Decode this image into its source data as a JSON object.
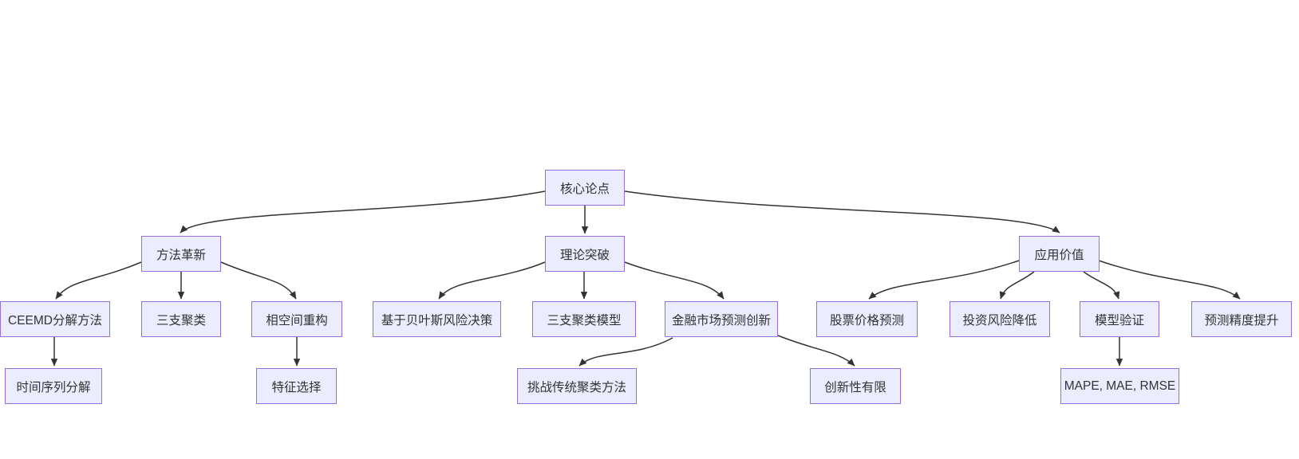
{
  "diagram": {
    "type": "flowchart-top-down",
    "colors": {
      "background": "#ffffff",
      "node_fill": "#ECECFF",
      "node_border": "#9370DB",
      "text": "#333333",
      "edge": "#333333"
    },
    "nodes": {
      "core": {
        "label": "核心论点"
      },
      "method": {
        "label": "方法革新"
      },
      "theory": {
        "label": "理论突破"
      },
      "value": {
        "label": "应用价值"
      },
      "ceemd": {
        "label": "CEEMD分解方法"
      },
      "threeway": {
        "label": "三支聚类"
      },
      "phase": {
        "label": "相空间重构"
      },
      "bayes": {
        "label": "基于贝叶斯风险决策"
      },
      "twc": {
        "label": "三支聚类模型"
      },
      "fin": {
        "label": "金融市场预测创新"
      },
      "stock": {
        "label": "股票价格预测"
      },
      "invest": {
        "label": "投资风险降低"
      },
      "modelval": {
        "label": "模型验证"
      },
      "precision": {
        "label": "预测精度提升"
      },
      "ts": {
        "label": "时间序列分解"
      },
      "feature": {
        "label": "特征选择"
      },
      "challenge": {
        "label": "挑战传统聚类方法"
      },
      "limited": {
        "label": "创新性有限"
      },
      "mape": {
        "label": "MAPE, MAE, RMSE"
      }
    },
    "edges": [
      {
        "from": "核心论点",
        "to": "方法革新"
      },
      {
        "from": "核心论点",
        "to": "理论突破"
      },
      {
        "from": "核心论点",
        "to": "应用价值"
      },
      {
        "from": "方法革新",
        "to": "CEEMD分解方法"
      },
      {
        "from": "方法革新",
        "to": "三支聚类"
      },
      {
        "from": "方法革新",
        "to": "相空间重构"
      },
      {
        "from": "理论突破",
        "to": "基于贝叶斯风险决策"
      },
      {
        "from": "理论突破",
        "to": "三支聚类模型"
      },
      {
        "from": "理论突破",
        "to": "金融市场预测创新"
      },
      {
        "from": "应用价值",
        "to": "股票价格预测"
      },
      {
        "from": "应用价值",
        "to": "投资风险降低"
      },
      {
        "from": "应用价值",
        "to": "模型验证"
      },
      {
        "from": "应用价值",
        "to": "预测精度提升"
      },
      {
        "from": "CEEMD分解方法",
        "to": "时间序列分解"
      },
      {
        "from": "相空间重构",
        "to": "特征选择"
      },
      {
        "from": "金融市场预测创新",
        "to": "挑战传统聚类方法"
      },
      {
        "from": "金融市场预测创新",
        "to": "创新性有限"
      },
      {
        "from": "模型验证",
        "to": "MAPE, MAE, RMSE"
      }
    ]
  }
}
